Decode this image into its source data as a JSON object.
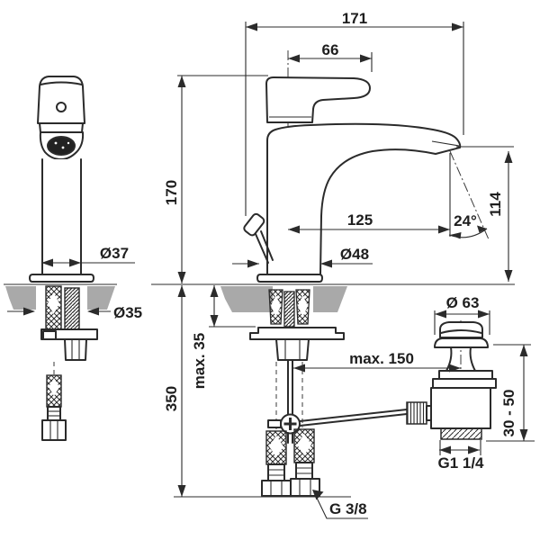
{
  "drawing_type": "basin mixer faucet installation dimension drawing",
  "labels": {
    "overall_length": "171",
    "handle_length": "66",
    "body_height": "170",
    "spout_reach": "125",
    "spout_height": "114",
    "spout_angle": "24°",
    "body_diameter": "Ø37",
    "hole_diameter": "Ø35",
    "base_diameter": "Ø48",
    "waste_flange_diameter": "Ø 63",
    "max_deck_thickness": "max. 35",
    "hose_length": "350",
    "rod_reach": "max. 150",
    "waste_clamp_range": "30 - 50",
    "waste_thread": "G1 1/4",
    "supply_thread": "G 3/8"
  },
  "colors": {
    "line": "#2b2b2b",
    "countertop": "#a9a9a9",
    "background": "#ffffff"
  }
}
